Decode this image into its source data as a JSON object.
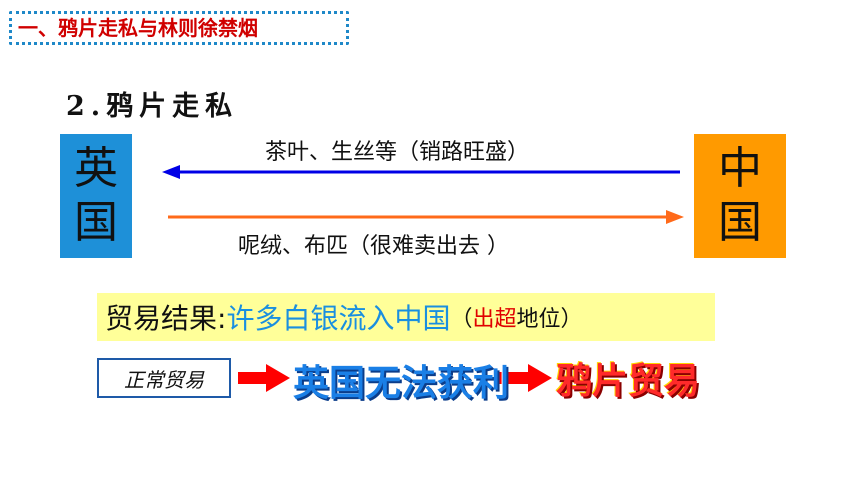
{
  "header": {
    "section_title": "一、鸦片走私与林则徐禁烟"
  },
  "subheading": "2.鸦片走私",
  "countries": {
    "uk": {
      "line1": "英",
      "line2": "国",
      "color": "#1e90d8"
    },
    "china": {
      "line1": "中",
      "line2": "国",
      "color": "#ff9a00"
    }
  },
  "flows": {
    "to_uk": {
      "label": "茶叶、生丝等（销路旺盛）",
      "color": "#0000e6"
    },
    "to_china": {
      "label": "呢绒、布匹（很难卖出去 ）",
      "color": "#ff6a1a"
    }
  },
  "result": {
    "label": "贸易结果:",
    "value": "许多白银流入中国",
    "paren_open": "（",
    "highlight": "出超",
    "paren_rest": "地位）"
  },
  "chain": {
    "normal_trade": "正常贸易",
    "step1": "英国无法获利",
    "step2": "鸦片贸易",
    "arrow_color": "#ff0000"
  }
}
